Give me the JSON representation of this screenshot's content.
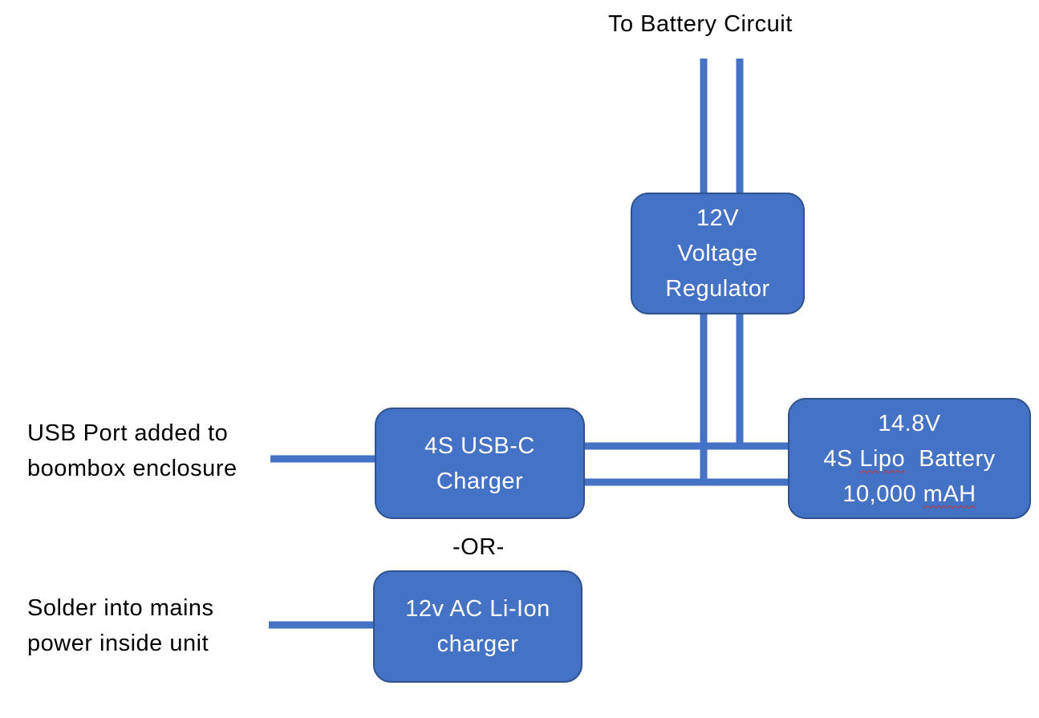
{
  "labels": {
    "top": "To Battery Circuit",
    "usb_port_line1": "USB Port added to",
    "usb_port_line2": "boombox enclosure",
    "or": "-OR-",
    "solder_line1": "Solder into mains",
    "solder_line2": "power inside unit"
  },
  "boxes": {
    "regulator": {
      "line1": "12V",
      "line2": "Voltage",
      "line3": "Regulator"
    },
    "usb_charger": {
      "line1": "4S USB-C",
      "line2": "Charger"
    },
    "battery": {
      "line1": "14.8V",
      "line2_part1": "4S ",
      "line2_part2": "Lipo",
      "line2_part3": "  Battery",
      "line3_part1": "10,000 ",
      "line3_part2": "mAH"
    },
    "ac_charger": {
      "line1": "12v AC Li-Ion",
      "line2": "charger"
    }
  },
  "colors": {
    "box_fill": "#4472c4",
    "box_border": "#2f528f",
    "wire": "#4472c4",
    "box_text": "#ffffff",
    "label_text": "#000000",
    "spellcheck_underline": "#d0312d"
  }
}
